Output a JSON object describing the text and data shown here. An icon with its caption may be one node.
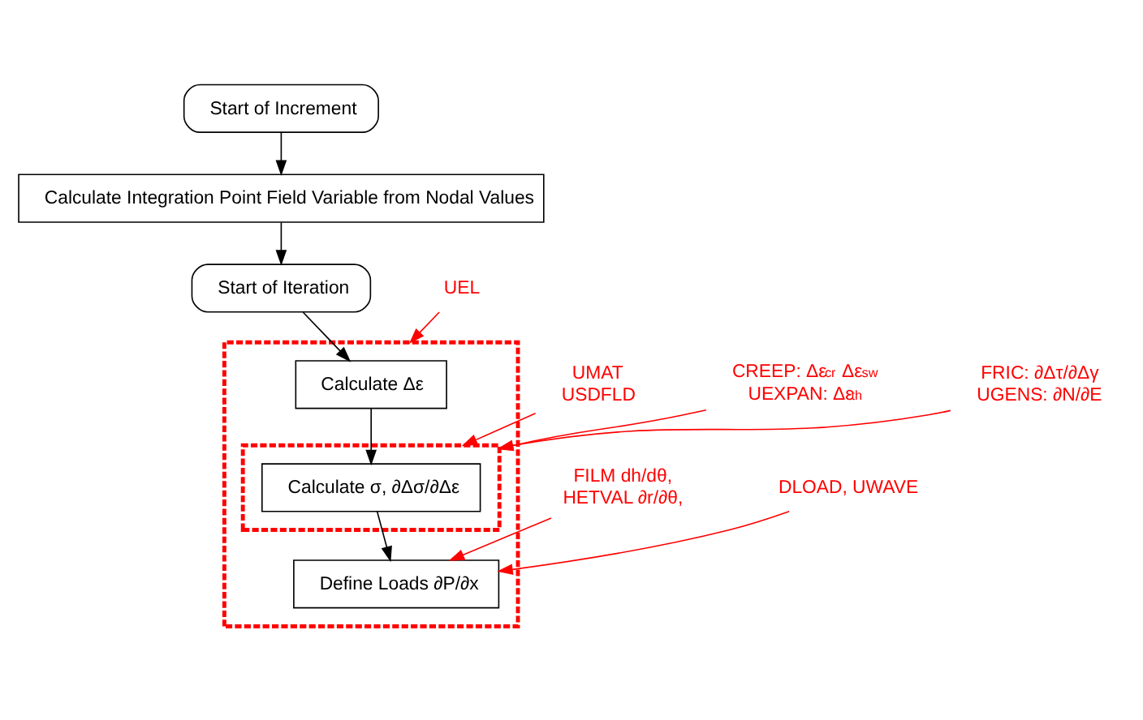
{
  "diagram": {
    "nodes": [
      {
        "text": [
          "Start of Increment"
        ]
      },
      {
        "text": [
          "Calculate Integration Point Field Variable from Nodal Values"
        ]
      },
      {
        "text": [
          "Start of Iteration"
        ]
      },
      {
        "text": [],
        "shape": "box"
      },
      {
        "text": [
          "Calculate Δε"
        ],
        "in": 3
      },
      {
        "text": [],
        "shape": "box",
        "in": 3
      },
      {
        "text": [
          "Calculate σ, ∂Δσ/∂Δε"
        ],
        "in": 5
      },
      {
        "text": [
          "Define Loads ∂P/∂x"
        ],
        "in": 3
      },
      {
        "text": [
          "UEL"
        ]
      },
      {
        "text": [
          "UMAT",
          "USDFLD"
        ]
      },
      {
        "text": [
          "CREEP: Δε$^{cr}$ Δε$^{sw}$",
          "UEXPAN: Δε$^{th}$"
        ]
      },
      {
        "text": [
          "FRIC: ∂Δτ/∂Δγ",
          "UGENS: ∂N/∂E"
        ]
      },
      {
        "text": [
          "FILM dh/dθ,",
          "HETVAL ∂r/∂θ,"
        ]
      },
      {
        "text": [
          "DLOAD, UWAVE"
        ]
      }
    ],
    "edges": [
      {
        "from": 0,
        "to": 1,
        "arrow": "to",
        "color": "#000000"
      },
      {
        "from": 1,
        "to": 2,
        "arrow": "to",
        "color": "#000000"
      },
      {
        "from": 2,
        "to": 4,
        "arrow": "to",
        "color": "#000000"
      },
      {
        "from": 4,
        "to": 6,
        "arrow": "to",
        "color": "#000000"
      },
      {
        "from": 6,
        "to": 7,
        "arrow": "to",
        "color": "#000000"
      },
      {
        "from": 8,
        "to": 3,
        "arrow": "to",
        "color": "#ff0000"
      },
      {
        "from": 9,
        "to": 5,
        "arrow": "to",
        "color": "#ff0000"
      },
      {
        "from": 10,
        "to": 5,
        "arrow": "to",
        "color": "#ff0000"
      },
      {
        "from": 11,
        "to": 5,
        "arrow": "to",
        "color": "#ff0000"
      },
      {
        "from": 12,
        "to": 7,
        "arrow": "to",
        "color": "#ff0000"
      },
      {
        "from": 13,
        "to": 7,
        "arrow": "to",
        "color": "#ff0000"
      }
    ]
  }
}
